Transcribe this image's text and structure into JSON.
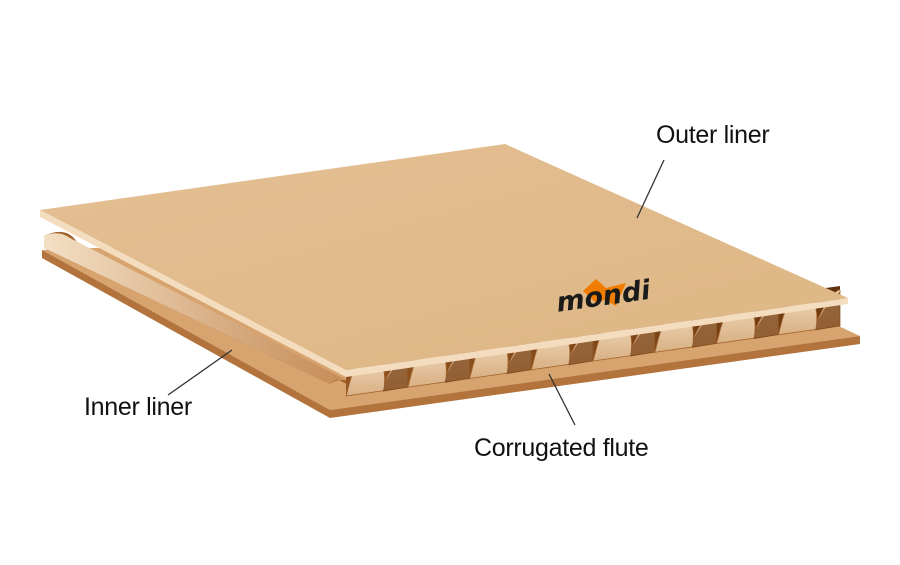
{
  "diagram": {
    "labels": {
      "outer_liner": "Outer liner",
      "inner_liner": "Inner liner",
      "corrugated_flute": "Corrugated flute"
    },
    "logo": {
      "text": "mondi",
      "brand_color": "#f07d00",
      "text_color": "#1a1a1a"
    },
    "colors": {
      "liner_top": "#e0b98a",
      "liner_edge": "#f4ddbf",
      "inner_liner": "#d7a36e",
      "inner_liner_edge": "#b3733c",
      "flute_light": "#ead0ac",
      "flute_shadow": "#a2622a",
      "flute_cavity": "#7a4116",
      "leader_line": "#333333"
    },
    "flute_count": 8
  }
}
